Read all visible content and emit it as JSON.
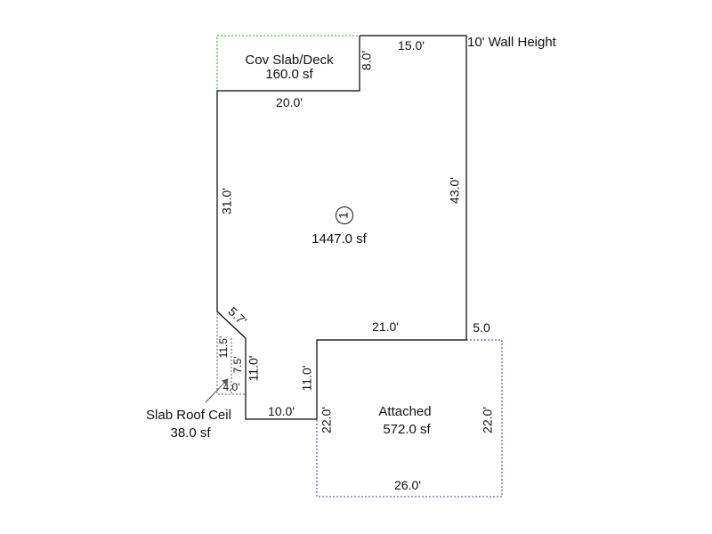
{
  "colors": {
    "wall": "#000000",
    "deck": "#2e9e2e",
    "attached": "#3a3a9a",
    "slab": "#555555",
    "text": "#111111"
  },
  "header": {
    "wall_height": "10' Wall Height"
  },
  "main_area": {
    "marker": "1",
    "area": "1447.0 sf",
    "dims": {
      "top": "15.0'",
      "right": "43.0'",
      "left": "31.0'",
      "mid_step": "21.0'",
      "step_right": "5.0",
      "diagonal": "5.7'",
      "inner_vertical": "11.0'",
      "bottom": "10.0'",
      "attached_left": "11.0'"
    }
  },
  "deck": {
    "name": "Cov Slab/Deck",
    "area": "160.0 sf",
    "width": "20.0'",
    "height": "8.0'"
  },
  "slab_roof": {
    "name": "Slab Roof Ceil",
    "area": "38.0 sf",
    "dims": {
      "left": "11.5'",
      "inner": "7.5'",
      "bottom": "4.0'"
    }
  },
  "attached": {
    "name": "Attached",
    "area": "572.0 sf",
    "left": "22.0'",
    "right": "22.0'",
    "bottom": "26.0'"
  }
}
